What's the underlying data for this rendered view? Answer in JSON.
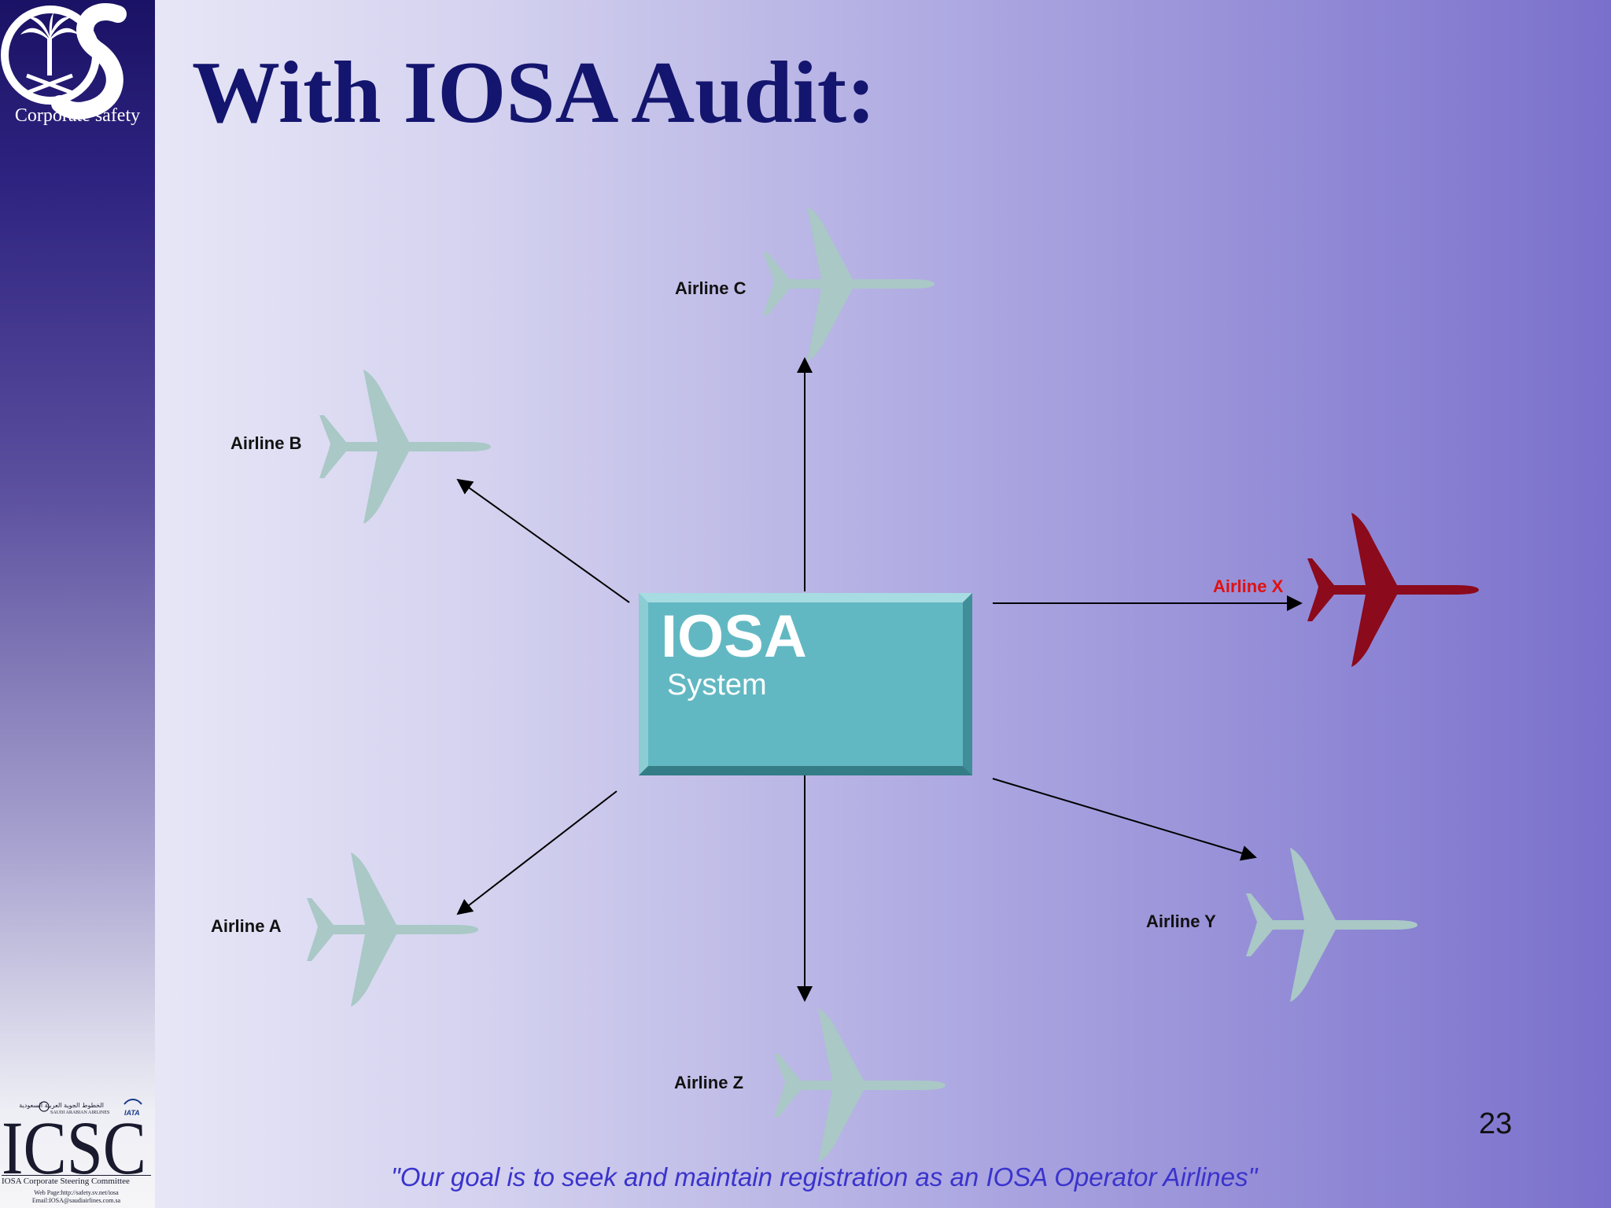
{
  "slide": {
    "title": "With IOSA Audit:",
    "page_number": "23",
    "footer_quote": "\"Our goal is to seek and maintain registration as an IOSA Operator Airlines\""
  },
  "branding": {
    "top_logo_caption": "Corporate safety",
    "icsc_logo_text": "ICSC",
    "icsc_subtitle": "IOSA Corporate Steering Committee",
    "icsc_web": "Web Page:http://safety.sv.net/iosa",
    "icsc_email": "Email:IOSA@saudiairlines.com.sa",
    "partner_text_arabic": "الخطوط الجوية العربية السعودية",
    "partner_text_latin": "SAUDI ARABIAN AIRLINES",
    "iata_text": "IATA"
  },
  "center_box": {
    "title": "IOSA",
    "subtitle": "System",
    "color": "#62b8c2"
  },
  "airlines": {
    "a": "Airline A",
    "b": "Airline B",
    "c": "Airline C",
    "x": "Airline X",
    "y": "Airline Y",
    "z": "Airline Z"
  },
  "colors": {
    "title": "#14156e",
    "plane_default": "#a9c8c6",
    "plane_highlight": "#8b0a1c",
    "highlight_label": "#e01010",
    "footer_quote": "#3a33cc"
  }
}
